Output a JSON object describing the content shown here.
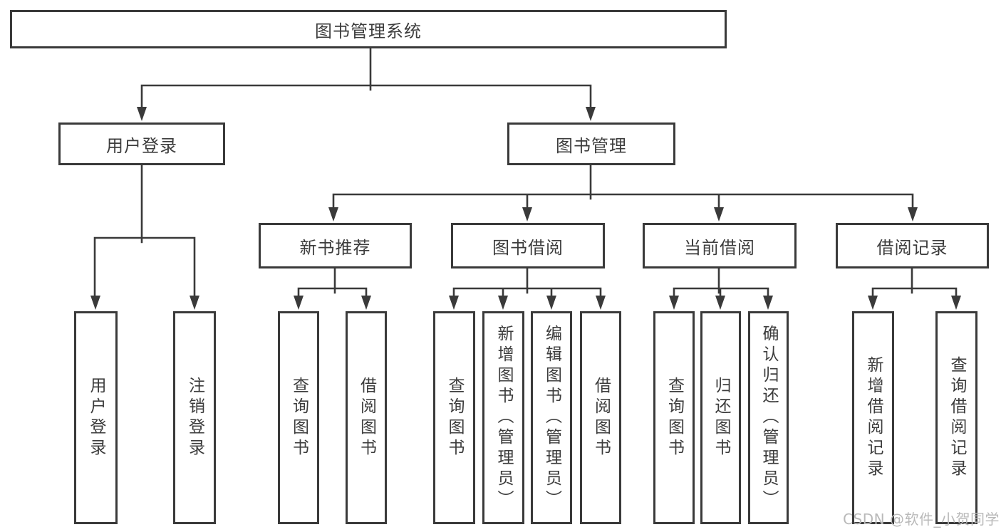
{
  "root": {
    "label": "图书管理系统"
  },
  "level2": {
    "user_login": {
      "label": "用户登录"
    },
    "book_management": {
      "label": "图书管理"
    }
  },
  "level3": {
    "new_book_recommend": {
      "label": "新书推荐"
    },
    "book_borrow": {
      "label": "图书借阅"
    },
    "current_borrow": {
      "label": "当前借阅"
    },
    "borrow_records": {
      "label": "借阅记录"
    }
  },
  "leaves": {
    "user_login": [
      {
        "label": "用户登录"
      },
      {
        "label": "注销登录"
      }
    ],
    "new_book_recommend": [
      {
        "label": "查询图书"
      },
      {
        "label": "借阅图书"
      }
    ],
    "book_borrow": [
      {
        "label": "查询图书"
      },
      {
        "label": "新增图书（管理员）"
      },
      {
        "label": "编辑图书（管理员）"
      },
      {
        "label": "借阅图书"
      }
    ],
    "current_borrow": [
      {
        "label": "查询图书"
      },
      {
        "label": "归还图书"
      },
      {
        "label": "确认归还（管理员）"
      }
    ],
    "borrow_records": [
      {
        "label": "新增借阅记录"
      },
      {
        "label": "查询借阅记录"
      }
    ]
  },
  "watermark": {
    "text": "CSDN @软件_小贺同学"
  },
  "colors": {
    "line": "#3a3a3a",
    "text": "#3c3c3c",
    "watermark": "#b9b9b9",
    "node_bg": "#ffffff"
  }
}
